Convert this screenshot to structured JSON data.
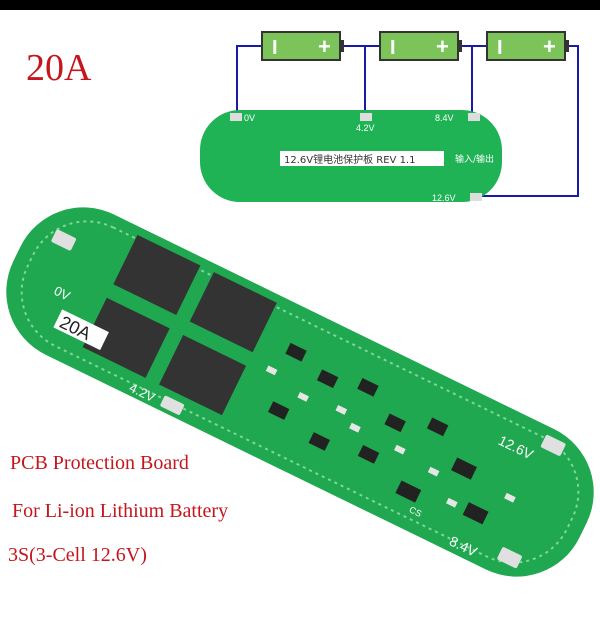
{
  "title": "20A",
  "caption": {
    "line1": "PCB Protection Board",
    "line2": "For Li-ion Lithium Battery",
    "line3": "3S(3-Cell 12.6V)"
  },
  "diagram": {
    "battery_minus": "I",
    "battery_plus": "+",
    "pad_0v": "0V",
    "pad_42v": "4.2V",
    "pad_84v": "8.4V",
    "pad_126v": "12.6V",
    "board_label": "12.6V锂电池保护板 REV 1.1",
    "io_label": "输入/输出",
    "wire_color": "#1a1aa8",
    "battery_color": "#7cc35a"
  },
  "board": {
    "rating": "20A",
    "pad_0v": "0V",
    "pad_42v": "4.2V",
    "pad_84v": "8.4V",
    "pad_126v": "12.6V",
    "cs": "CS",
    "pcb_color": "#1fa84f"
  }
}
